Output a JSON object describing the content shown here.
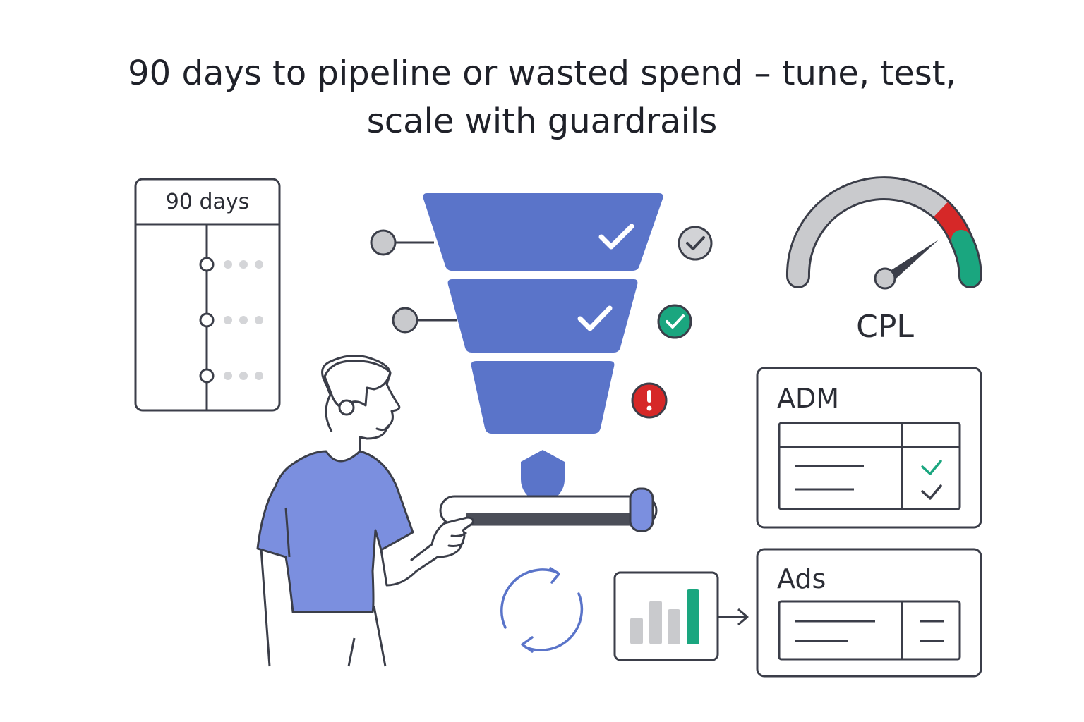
{
  "title": {
    "line1": "90 days to pipeline or wasted spend – tune, test,",
    "line2": "scale with guardrails"
  },
  "calendar": {
    "label": "90 days"
  },
  "gauge": {
    "label": "CPL"
  },
  "cards": {
    "adm": {
      "label": "ADM"
    },
    "ads": {
      "label": "Ads"
    }
  },
  "colors": {
    "funnel": "#5a74c9",
    "shirt": "#7b8fdf",
    "outline": "#3b3e49",
    "success": "#1aa67f",
    "danger": "#d62828",
    "neutral": "#c9cacd"
  },
  "funnel": {
    "stages": [
      {
        "status": "check-neutral"
      },
      {
        "status": "check-success"
      },
      {
        "status": "alert"
      }
    ]
  },
  "bar_chart": {
    "values": [
      0.4,
      0.65,
      0.55,
      0.83
    ]
  }
}
